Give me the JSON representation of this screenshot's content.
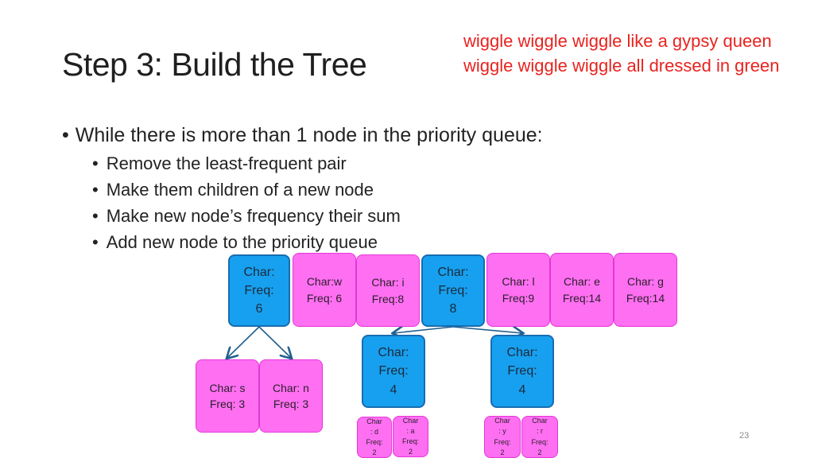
{
  "slide": {
    "title": "Step 3: Build the Tree",
    "note_lines": [
      "wiggle wiggle wiggle like a gypsy queen",
      "wiggle wiggle wiggle all dressed in green"
    ],
    "bullet": "While there is more than 1 node in the priority queue:",
    "sub_bullets": [
      "Remove the least-frequent pair",
      "Make them children of a new node",
      "Make new node’s frequency their sum",
      "Add new node to the priority queue"
    ],
    "page_number": "23"
  },
  "colors": {
    "leaf": "#ff6ff2",
    "internal": "#17a0ef",
    "note": "#e8231f",
    "arrow": "#1f5f8f"
  },
  "tree": {
    "queue": [
      {
        "id": "n1",
        "type": "internal",
        "label": "Char:\nFreq:\n6"
      },
      {
        "id": "w",
        "type": "leaf",
        "label": "Char:w\nFreq: 6"
      },
      {
        "id": "i",
        "type": "leaf",
        "label": "Char: i\nFreq:8"
      },
      {
        "id": "n2",
        "type": "internal",
        "label": "Char:\nFreq:\n8"
      },
      {
        "id": "l",
        "type": "leaf",
        "label": "Char: l\nFreq:9"
      },
      {
        "id": "e",
        "type": "leaf",
        "label": "Char: e\nFreq:14"
      },
      {
        "id": "g",
        "type": "leaf",
        "label": "Char: g\nFreq:14"
      }
    ],
    "children": [
      {
        "id": "s",
        "type": "leaf",
        "label": "Char: s\nFreq: 3"
      },
      {
        "id": "n",
        "type": "leaf",
        "label": "Char: n\nFreq: 3"
      },
      {
        "id": "n3",
        "type": "internal",
        "label": "Char:\nFreq:\n4"
      },
      {
        "id": "n4",
        "type": "internal",
        "label": "Char:\nFreq:\n4"
      },
      {
        "id": "d",
        "type": "leaf",
        "label": "Char\n: d\nFreq:\n2"
      },
      {
        "id": "a",
        "type": "leaf",
        "label": "Char\n: a\nFreq:\n2"
      },
      {
        "id": "y",
        "type": "leaf",
        "label": "Char\n: y\nFreq:\n2"
      },
      {
        "id": "r",
        "type": "leaf",
        "label": "Char\n: r\nFreq:\n2"
      }
    ],
    "edges": [
      [
        "n1",
        "s"
      ],
      [
        "n1",
        "n"
      ],
      [
        "n2",
        "n3"
      ],
      [
        "n2",
        "n4"
      ]
    ]
  }
}
